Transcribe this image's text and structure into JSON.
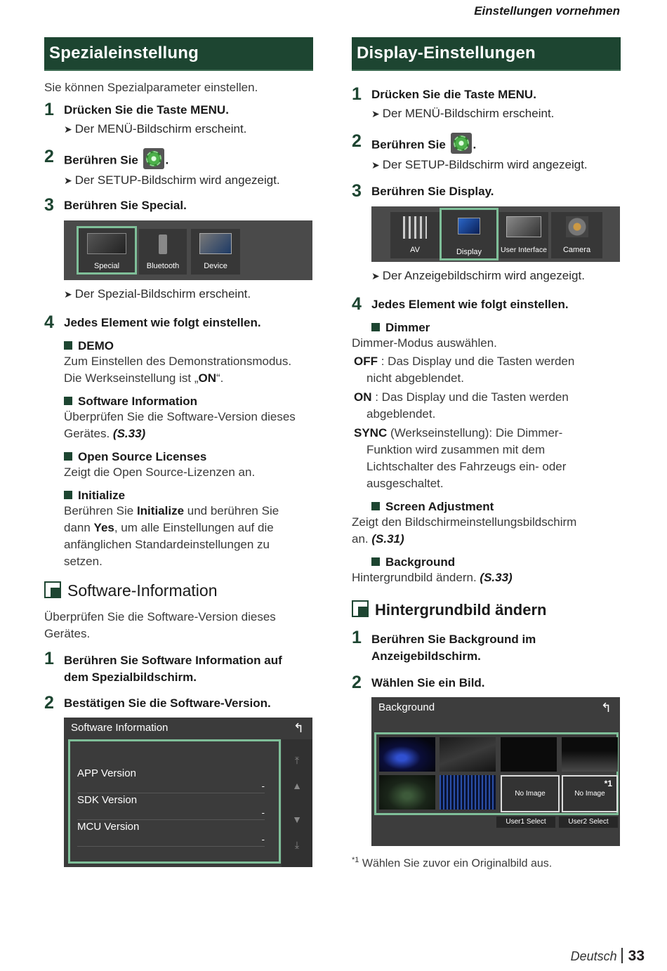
{
  "header_title": "Einstellungen vornehmen",
  "left": {
    "banner": "Spezialeinstellung",
    "intro": "Sie können Spezialparameter einstellen.",
    "step1": {
      "num": "1",
      "text": "Drücken Sie die Taste ",
      "bold": "MENU",
      "end": ".",
      "result": "Der MENÜ-Bildschirm erscheint."
    },
    "step2": {
      "num": "2",
      "text": "Berühren Sie ",
      "end": ".",
      "result": "Der SETUP-Bildschirm wird angezeigt."
    },
    "step3": {
      "num": "3",
      "text": "Berühren Sie ",
      "bold": "Special",
      "end": ".",
      "result": "Der Spezial-Bildschirm erscheint."
    },
    "tiles": [
      "Special",
      "Bluetooth",
      "Device"
    ],
    "step4": {
      "num": "4",
      "text": "Jedes Element wie folgt einstellen."
    },
    "demo": {
      "title": "DEMO",
      "line1": "Zum Einstellen des Demonstrationsmodus.",
      "line2": "Die Werkseinstellung ist „",
      "bold": "ON",
      "end": "“."
    },
    "swinfo": {
      "title": "Software Information",
      "line1": "Überprüfen Sie die Software-Version dieses",
      "line2": "Gerätes. ",
      "ref": "(S.33)"
    },
    "oss": {
      "title": "Open Source Licenses",
      "line1": "Zeigt die Open Source-Lizenzen an."
    },
    "init": {
      "title": "Initialize",
      "a": "Berühren Sie ",
      "b": "Initialize",
      "c": " und berühren Sie",
      "d": "dann ",
      "e": "Yes",
      "f": ", um alle Einstellungen auf die",
      "g": "anfänglichen Standardeinstellungen zu",
      "h": "setzen."
    },
    "section": "Software-Information",
    "section_intro1": "Überprüfen Sie die Software-Version dieses",
    "section_intro2": "Gerätes.",
    "s1": {
      "num": "1",
      "a": "Berühren Sie ",
      "b": "Software Information",
      "c": " auf",
      "d": "dem Spezialbildschirm."
    },
    "s2": {
      "num": "2",
      "text": "Bestätigen Sie die Software-Version."
    },
    "swpanel": {
      "title": "Software Information",
      "rows": [
        {
          "label": "APP Version",
          "value": "-"
        },
        {
          "label": "SDK Version",
          "value": "-"
        },
        {
          "label": "MCU Version",
          "value": "-"
        }
      ]
    }
  },
  "right": {
    "banner": "Display-Einstellungen",
    "step1": {
      "num": "1",
      "text": "Drücken Sie die Taste ",
      "bold": "MENU",
      "end": ".",
      "result": "Der MENÜ-Bildschirm erscheint."
    },
    "step2": {
      "num": "2",
      "text": "Berühren Sie ",
      "end": ".",
      "result": "Der SETUP-Bildschirm wird angezeigt."
    },
    "step3": {
      "num": "3",
      "text": "Berühren Sie ",
      "bold": "Display",
      "end": ".",
      "result": "Der Anzeigebildschirm wird angezeigt."
    },
    "tiles": [
      "AV",
      "Display",
      "User Interface",
      "Camera"
    ],
    "step4": {
      "num": "4",
      "text": "Jedes Element wie folgt einstellen."
    },
    "dimmer": {
      "title": "Dimmer",
      "line1": "Dimmer-Modus auswählen.",
      "off_k": "OFF",
      "off_a": " : Das Display und die Tasten werden",
      "off_b": "nicht abgeblendet.",
      "on_k": "ON",
      "on_a": " : Das Display und die Tasten werden",
      "on_b": "abgeblendet.",
      "sync_k": "SYNC",
      "sync_a": " (Werkseinstellung): Die Dimmer-",
      "sync_b": "Funktion wird zusammen mit dem",
      "sync_c": "Lichtschalter des Fahrzeugs ein- oder",
      "sync_d": "ausgeschaltet."
    },
    "screen": {
      "title": "Screen Adjustment",
      "line1": "Zeigt den Bildschirmeinstellungsbildschirm",
      "line2": "an. ",
      "ref": "(S.31)"
    },
    "background": {
      "title": "Background",
      "line1": "Hintergrundbild ändern. ",
      "ref": "(S.33)"
    },
    "section": "Hintergrundbild ändern",
    "s1": {
      "num": "1",
      "a": "Berühren Sie ",
      "b": "Background",
      "c": " im",
      "d": "Anzeigebildschirm."
    },
    "s2": {
      "num": "2",
      "text": "Wählen Sie ein Bild."
    },
    "bgpanel": {
      "title": "Background",
      "no_image": "No Image",
      "mark": "*1",
      "user1": "User1 Select",
      "user2": "User2 Select"
    },
    "footnote_mark": "*1",
    "footnote": " Wählen Sie zuvor ein Originalbild aus."
  },
  "footer": {
    "lang": "Deutsch",
    "page": "33"
  },
  "colors": {
    "banner": "#1d4531",
    "accent": "#7fbf99"
  }
}
